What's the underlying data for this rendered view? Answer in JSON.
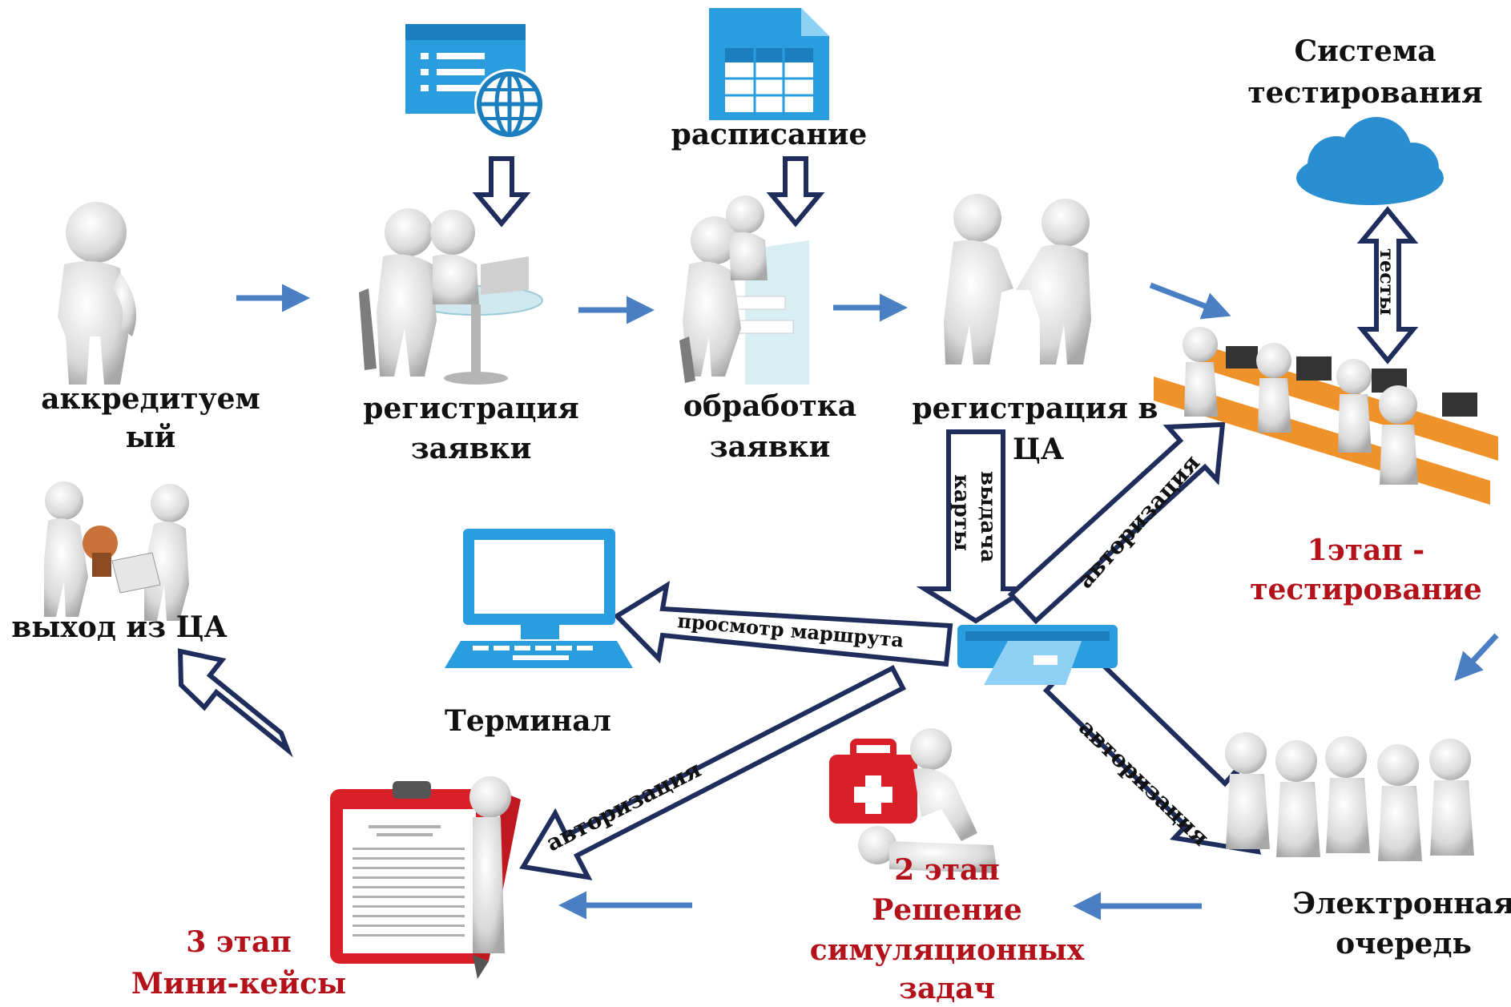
{
  "colors": {
    "flow_arrow": "#4a7fc4",
    "outline_arrow": "#1f2d5c",
    "stage_red": "#b3121b",
    "text": "#111111",
    "icon_blue": "#2a9ddf",
    "desk_orange": "#f0922a",
    "figure_gray": "#d9d9d9"
  },
  "nodes": {
    "applicant": {
      "line1": "аккредитуем",
      "line2": "ый"
    },
    "application_registration": {
      "line1": "регистрация",
      "line2": "заявки"
    },
    "application_processing": {
      "line1": "обработка",
      "line2": "заявки"
    },
    "center_registration": {
      "line1": "регистрация в",
      "line2": "ЦА"
    },
    "schedule": {
      "label": "расписание"
    },
    "testing_system": {
      "line1": "Система",
      "line2": "тестирования"
    },
    "stage1": {
      "line1": "1этап -",
      "line2": "тестирование"
    },
    "terminal": {
      "label": "Терминал"
    },
    "exit": {
      "label": "выход из ЦА"
    },
    "queue": {
      "line1": "Электронная",
      "line2": "очередь"
    },
    "stage2": {
      "line1": "2 этап",
      "line2": "Решение",
      "line3": "симуляционных",
      "line4": "задач"
    },
    "stage3": {
      "line1": "3 этап",
      "line2": "Мини-кейсы"
    }
  },
  "arrows": {
    "card_issue": {
      "line1": "выдача",
      "line2": "карты"
    },
    "tests": "тесты",
    "route_view": "просмотр маршрута",
    "auth_stage1": "авторизация",
    "auth_queue": "авторизация",
    "auth_stage3": "авторизация"
  },
  "icons": {
    "applicant": "person-figure-icon",
    "application_registration": "meeting-figures-icon",
    "application_processing": "document-processing-figures-icon",
    "center_registration": "handshake-figures-icon",
    "web_form": "web-form-globe-icon",
    "schedule": "spreadsheet-document-icon",
    "testing_system": "cloud-icon",
    "stage1": "computer-class-icon",
    "terminal": "desktop-computer-icon",
    "card_reader": "card-reader-icon",
    "exit": "stamp-handover-figures-icon",
    "queue": "queue-figures-icon",
    "stage2": "first-aid-cpr-icon",
    "stage3": "clipboard-pen-icon"
  }
}
